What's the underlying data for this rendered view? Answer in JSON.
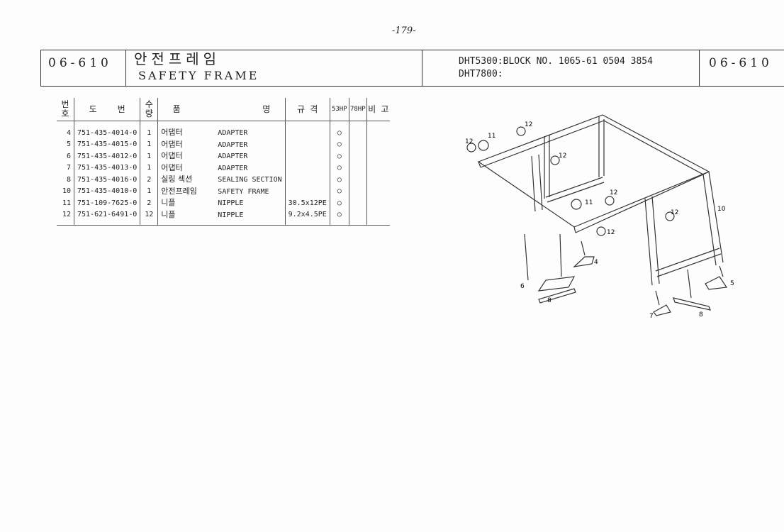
{
  "page_number": "-179-",
  "header": {
    "code_left": "06-610",
    "title_ko": "안전프레임",
    "title_en": "SAFETY FRAME",
    "block_line1": "DHT5300:BLOCK NO. 1065-61 0504 3854",
    "block_line2": "DHT7800:",
    "code_right": "06-610"
  },
  "table": {
    "headers": [
      "번호",
      "도    번",
      "수량",
      "품                명",
      "규 격",
      "53HP",
      "78HP",
      "비 고"
    ],
    "rows": [
      {
        "no": "4",
        "part": "751-435-4014-0",
        "qty": "1",
        "name_ko": "어댑터",
        "name_en": "ADAPTER",
        "spec": "",
        "hp53": "○",
        "hp78": "",
        "note": ""
      },
      {
        "no": "5",
        "part": "751-435-4015-0",
        "qty": "1",
        "name_ko": "어댑터",
        "name_en": "ADAPTER",
        "spec": "",
        "hp53": "○",
        "hp78": "",
        "note": ""
      },
      {
        "no": "6",
        "part": "751-435-4012-0",
        "qty": "1",
        "name_ko": "어댑터",
        "name_en": "ADAPTER",
        "spec": "",
        "hp53": "○",
        "hp78": "",
        "note": ""
      },
      {
        "no": "7",
        "part": "751-435-4013-0",
        "qty": "1",
        "name_ko": "어댑터",
        "name_en": "ADAPTER",
        "spec": "",
        "hp53": "○",
        "hp78": "",
        "note": ""
      },
      {
        "no": "8",
        "part": "751-435-4016-0",
        "qty": "2",
        "name_ko": "실링 섹션",
        "name_en": "SEALING SECTION",
        "spec": "",
        "hp53": "○",
        "hp78": "",
        "note": ""
      },
      {
        "no": "10",
        "part": "751-435-4010-0",
        "qty": "1",
        "name_ko": "안전프레임",
        "name_en": "SAFETY FRAME",
        "spec": "",
        "hp53": "○",
        "hp78": "",
        "note": ""
      },
      {
        "no": "11",
        "part": "751-109-7625-0",
        "qty": "2",
        "name_ko": "니플",
        "name_en": "NIPPLE",
        "spec": "30.5x12PE",
        "hp53": "○",
        "hp78": "",
        "note": ""
      },
      {
        "no": "12",
        "part": "751-621-6491-0",
        "qty": "12",
        "name_ko": "니플",
        "name_en": "NIPPLE",
        "spec": "9.2x4.5PE",
        "hp53": "○",
        "hp78": "",
        "note": ""
      }
    ]
  },
  "diagram": {
    "callouts": [
      "12",
      "11",
      "12",
      "12",
      "12",
      "11",
      "12",
      "12",
      "10",
      "4",
      "6",
      "8",
      "7",
      "8",
      "5"
    ]
  }
}
